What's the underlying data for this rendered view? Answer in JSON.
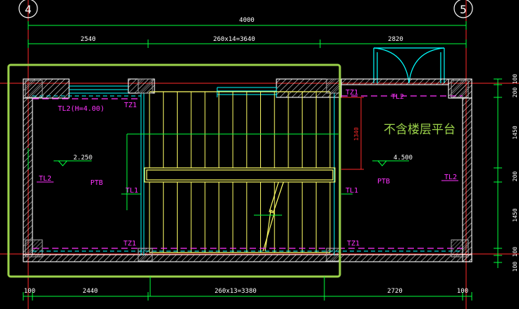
{
  "colors": {
    "background": "#000000",
    "wall": "#ffffff",
    "dimension": "#00ff3c",
    "stair": "#ffff66",
    "magenta": "#ff33ff",
    "cyan": "#00ffff",
    "red": "#ff2a2a",
    "highlight": "#9bd24a",
    "column": "#b8b8b8"
  },
  "grid": {
    "axis_left": "4",
    "axis_right": "5"
  },
  "dimensions": {
    "total_top": "4000",
    "top_left": "2540",
    "top_middle": "260x14=3640",
    "top_right": "2820",
    "bottom_left_edge": "100",
    "bottom_left": "2440",
    "bottom_middle": "260x13=3380",
    "bottom_right": "2720",
    "bottom_right_edge": "100",
    "right_100_top": "100",
    "right_200": "200",
    "right_1450_a": "1450",
    "right_200_b": "200",
    "right_1450_b": "1450",
    "right_100_b": "100",
    "right_100_c": "100",
    "red_vertical": "1340"
  },
  "labels": {
    "tz1_top_left": "TZ1",
    "tl2_note": "TL2(H=4.00)",
    "tz1_top_right": "TZ1",
    "tl2_top_right": "TL2",
    "level_left": "2.250",
    "level_right": "4.500",
    "tl2_left": "TL2",
    "ptb_left": "PTB",
    "tl1_left": "TL1",
    "tl1_right": "TL1",
    "ptb_right": "PTB",
    "tl2_right": "TL2",
    "tz1_bottom_left": "TZ1",
    "tz1_bottom_right": "TZ1"
  },
  "annotation": {
    "text": "不含楼层平台"
  }
}
